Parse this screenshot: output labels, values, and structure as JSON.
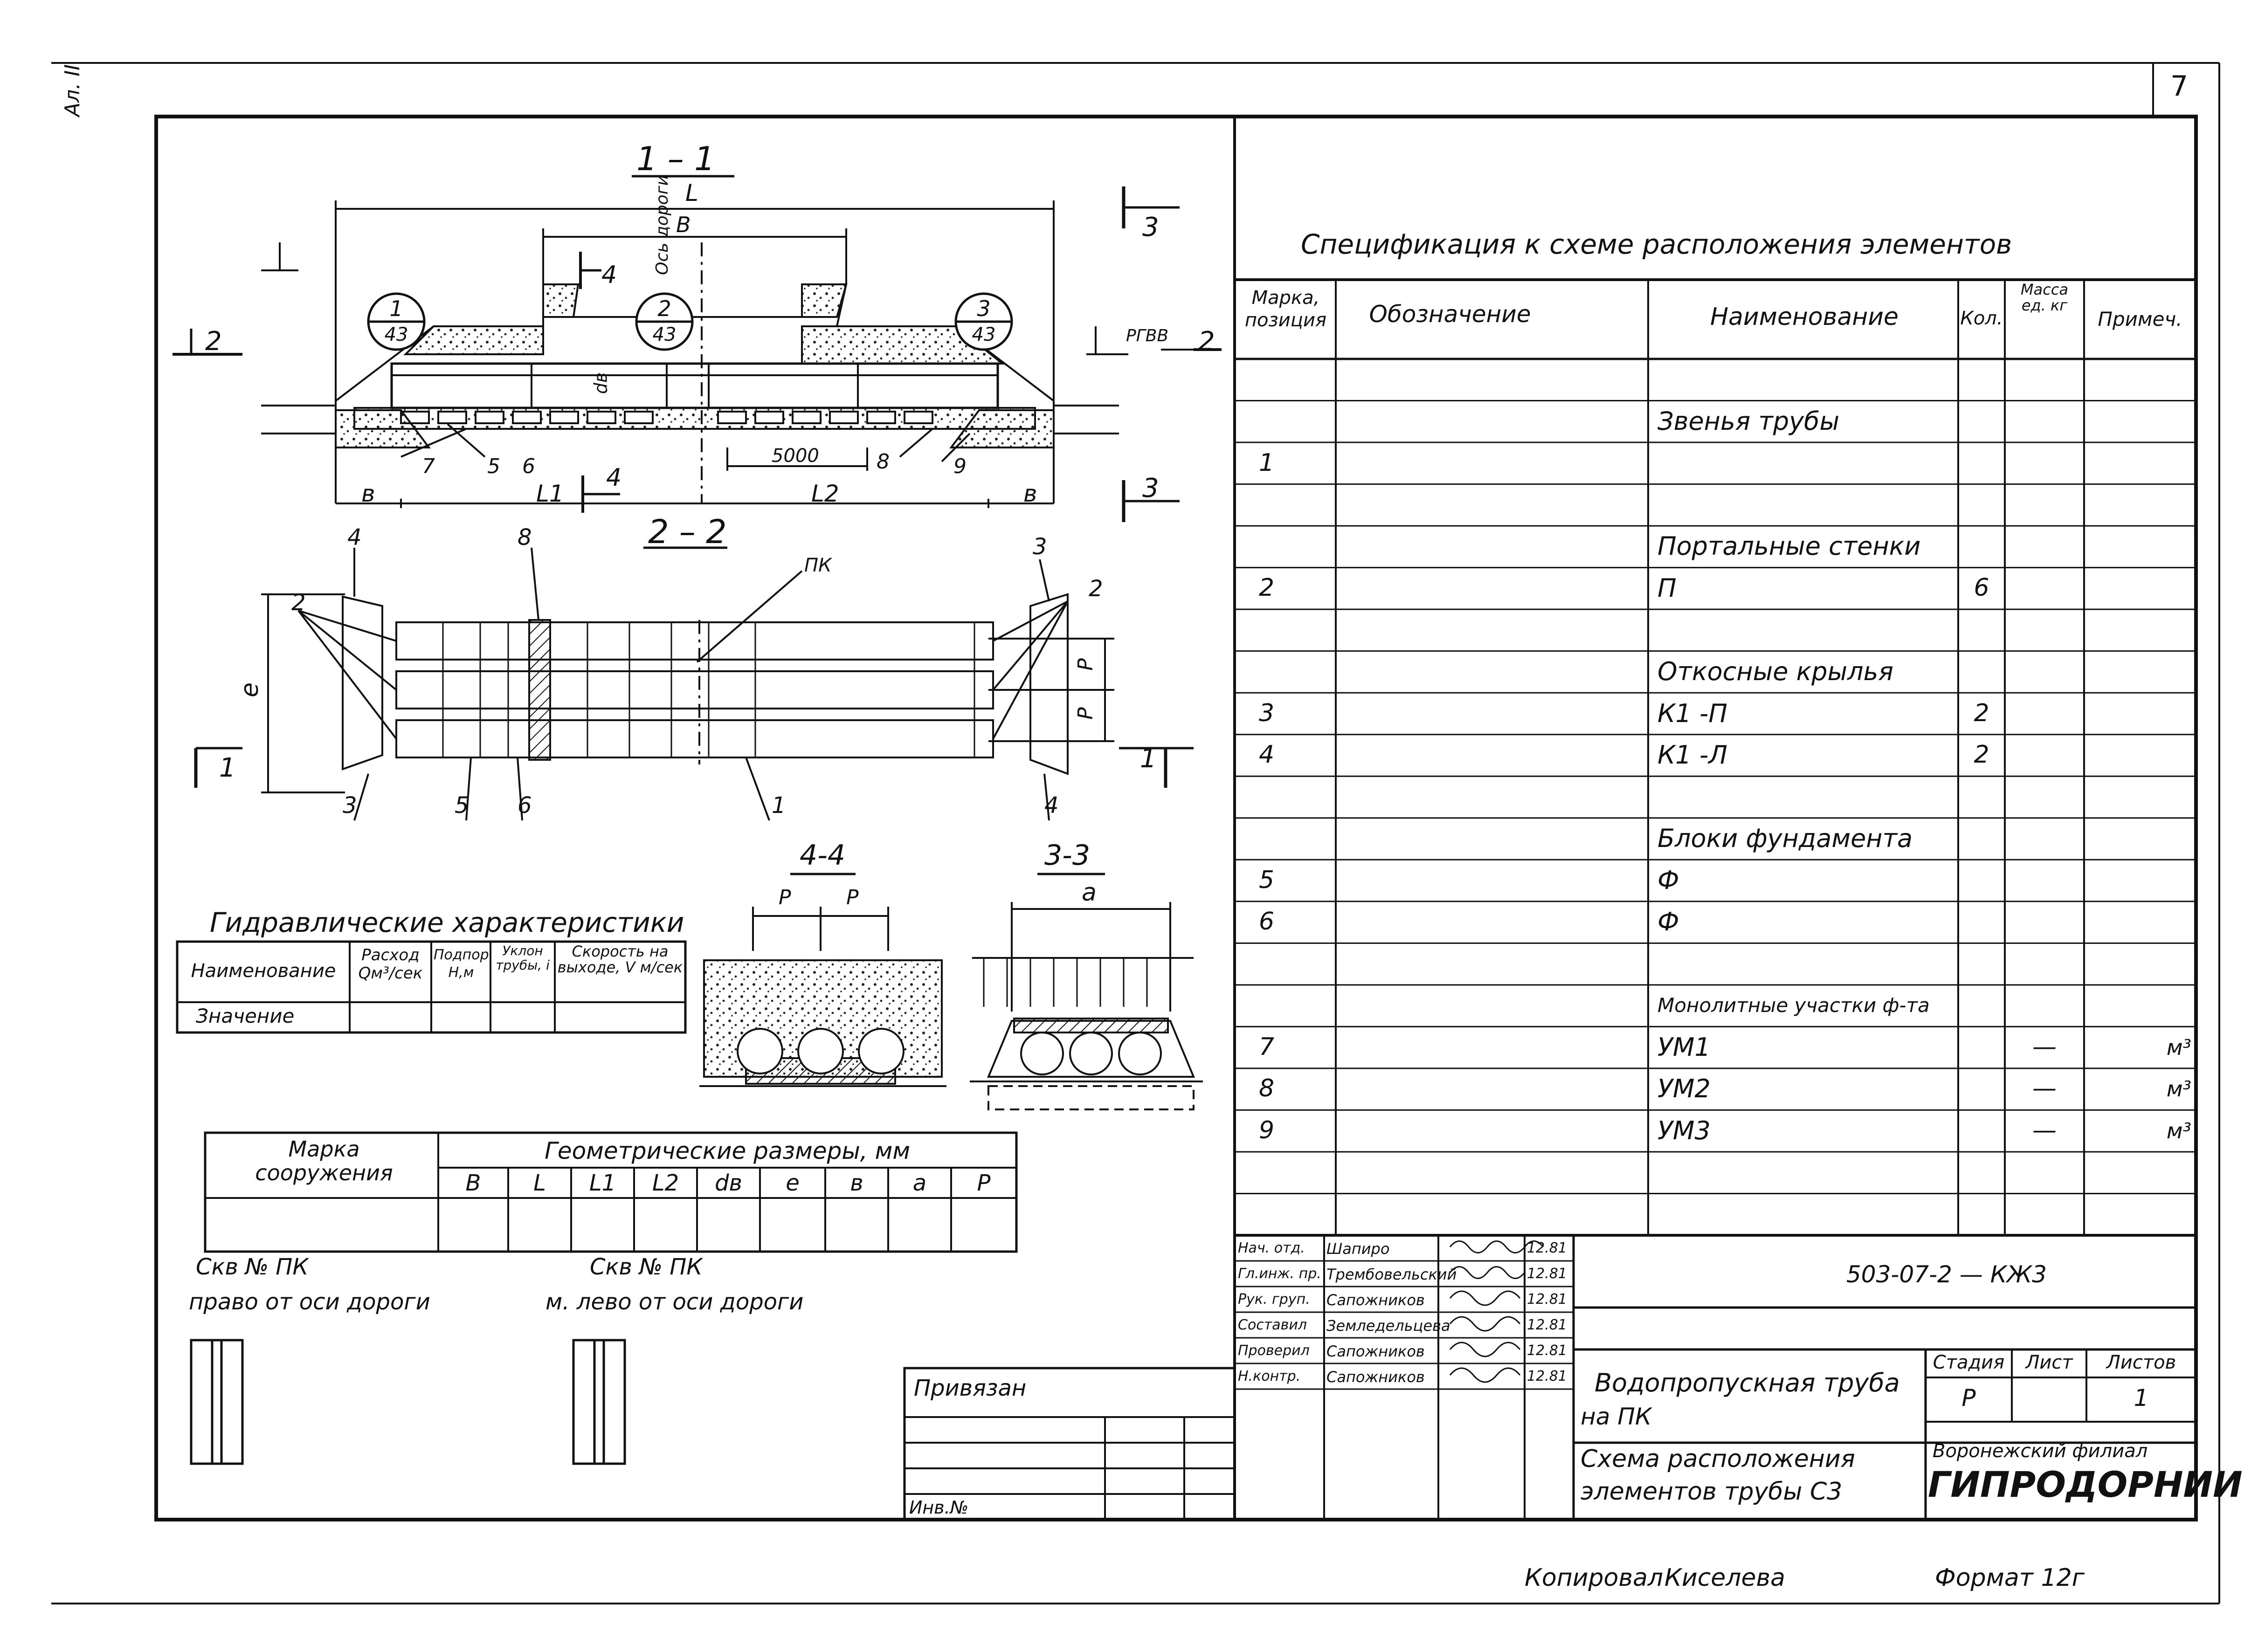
{
  "sheet": {
    "number": "7",
    "side_note": "Ал. II",
    "format": "Формат 12г",
    "copied_by_label": "Копировал",
    "copied_by_name": "Киселева"
  },
  "section_labels": {
    "s11": "1 – 1",
    "s22": "2 – 2",
    "s44": "4-4",
    "s33": "3-3",
    "cut_3": "3",
    "cut_4": "4",
    "cut_2": "2",
    "cut_1": "1"
  },
  "dims": {
    "L": "L",
    "B": "В",
    "L1": "L1",
    "L2": "L2",
    "b": "в",
    "d": "dв",
    "len5000": "5000",
    "e": "е",
    "P": "Р",
    "a": "а",
    "axis": "Ось дороги",
    "rgvv": "РГВВ",
    "pk": "ПК"
  },
  "callouts": [
    {
      "top": "1",
      "bottom": "43"
    },
    {
      "top": "2",
      "bottom": "43"
    },
    {
      "top": "3",
      "bottom": "43"
    }
  ],
  "positions": [
    "1",
    "2",
    "3",
    "4",
    "5",
    "6",
    "7",
    "8",
    "9"
  ],
  "hydraulics": {
    "title": "Гидравлические характеристики",
    "headers": [
      "Наименование",
      "Расход Qм³/сек",
      "Подпор Н,м",
      "Уклон трубы, i",
      "Скорость на выходе, V м/сек"
    ],
    "row_label": "Значение"
  },
  "geometry": {
    "mark_header": "Марка сооружения",
    "title": "Геометрические размеры, мм",
    "columns": [
      "В",
      "L",
      "L1",
      "L2",
      "dв",
      "е",
      "в",
      "а",
      "Р"
    ]
  },
  "station_notes": {
    "right_line1": "Скв №          ПК",
    "right_line2": "право    от оси дороги",
    "left_line1": "Скв №          ПК",
    "left_line2": "м. лево    от оси дороги"
  },
  "spec": {
    "title": "Спецификация к схеме расположения элементов",
    "headers": {
      "mark": "Марка, позиция",
      "designation": "Обозначение",
      "name": "Наименование",
      "qty": "Кол.",
      "mass": "Масса ед. кг",
      "note": "Примеч."
    },
    "rows": [
      {
        "mark": "",
        "name": "",
        "qty": "",
        "mass": "",
        "note": ""
      },
      {
        "mark": "",
        "name": "Звенья трубы",
        "qty": "",
        "mass": "",
        "note": ""
      },
      {
        "mark": "1",
        "name": "",
        "qty": "",
        "mass": "",
        "note": ""
      },
      {
        "mark": "",
        "name": "",
        "qty": "",
        "mass": "",
        "note": ""
      },
      {
        "mark": "",
        "name": "Портальные стенки",
        "qty": "",
        "mass": "",
        "note": ""
      },
      {
        "mark": "2",
        "name": "П",
        "qty": "6",
        "mass": "",
        "note": ""
      },
      {
        "mark": "",
        "name": "",
        "qty": "",
        "mass": "",
        "note": ""
      },
      {
        "mark": "",
        "name": "Откосные крылья",
        "qty": "",
        "mass": "",
        "note": ""
      },
      {
        "mark": "3",
        "name": "К1 -П",
        "qty": "2",
        "mass": "",
        "note": ""
      },
      {
        "mark": "4",
        "name": "К1 -Л",
        "qty": "2",
        "mass": "",
        "note": ""
      },
      {
        "mark": "",
        "name": "",
        "qty": "",
        "mass": "",
        "note": ""
      },
      {
        "mark": "",
        "name": "Блоки фундамента",
        "qty": "",
        "mass": "",
        "note": ""
      },
      {
        "mark": "5",
        "name": "Ф",
        "qty": "",
        "mass": "",
        "note": ""
      },
      {
        "mark": "6",
        "name": "Ф",
        "qty": "",
        "mass": "",
        "note": ""
      },
      {
        "mark": "",
        "name": "",
        "qty": "",
        "mass": "",
        "note": ""
      },
      {
        "mark": "",
        "name": "Монолитные участки ф-та",
        "qty": "",
        "mass": "",
        "note": ""
      },
      {
        "mark": "7",
        "name": "УМ1",
        "qty": "",
        "mass": "—",
        "note": "м³"
      },
      {
        "mark": "8",
        "name": "УМ2",
        "qty": "",
        "mass": "—",
        "note": "м³"
      },
      {
        "mark": "9",
        "name": "УМ3",
        "qty": "",
        "mass": "—",
        "note": "м³"
      },
      {
        "mark": "",
        "name": "",
        "qty": "",
        "mass": "",
        "note": ""
      },
      {
        "mark": "",
        "name": "",
        "qty": "",
        "mass": "",
        "note": ""
      }
    ]
  },
  "binding": {
    "label": "Привязан",
    "inv": "Инв.№"
  },
  "title_block": {
    "signatures": [
      {
        "role": "Нач. отд.",
        "name": "Шапиро",
        "date": "12.81"
      },
      {
        "role": "Гл.инж. пр.",
        "name": "Трембовельский",
        "date": "12.81"
      },
      {
        "role": "Рук. груп.",
        "name": "Сапожников",
        "date": "12.81"
      },
      {
        "role": "Составил",
        "name": "Земледельцева",
        "date": "12.81"
      },
      {
        "role": "Проверил",
        "name": "Сапожников",
        "date": "12.81"
      },
      {
        "role": "Н.контр.",
        "name": "Сапожников",
        "date": "12.81"
      }
    ],
    "code": "503-07-2 — КЖ3",
    "object_line1": "Водопропускная труба",
    "object_line2": "на ПК",
    "sheet_line1": "Схема расположения",
    "sheet_line2": "элементов трубы С3",
    "stage_header": "Стадия",
    "sheet_header": "Лист",
    "sheets_header": "Листов",
    "stage_value": "Р",
    "sheet_value": "",
    "sheets_value": "1",
    "org_line1": "Воронежский филиал",
    "org_line2": "ГИПРОДОРНИИ"
  }
}
